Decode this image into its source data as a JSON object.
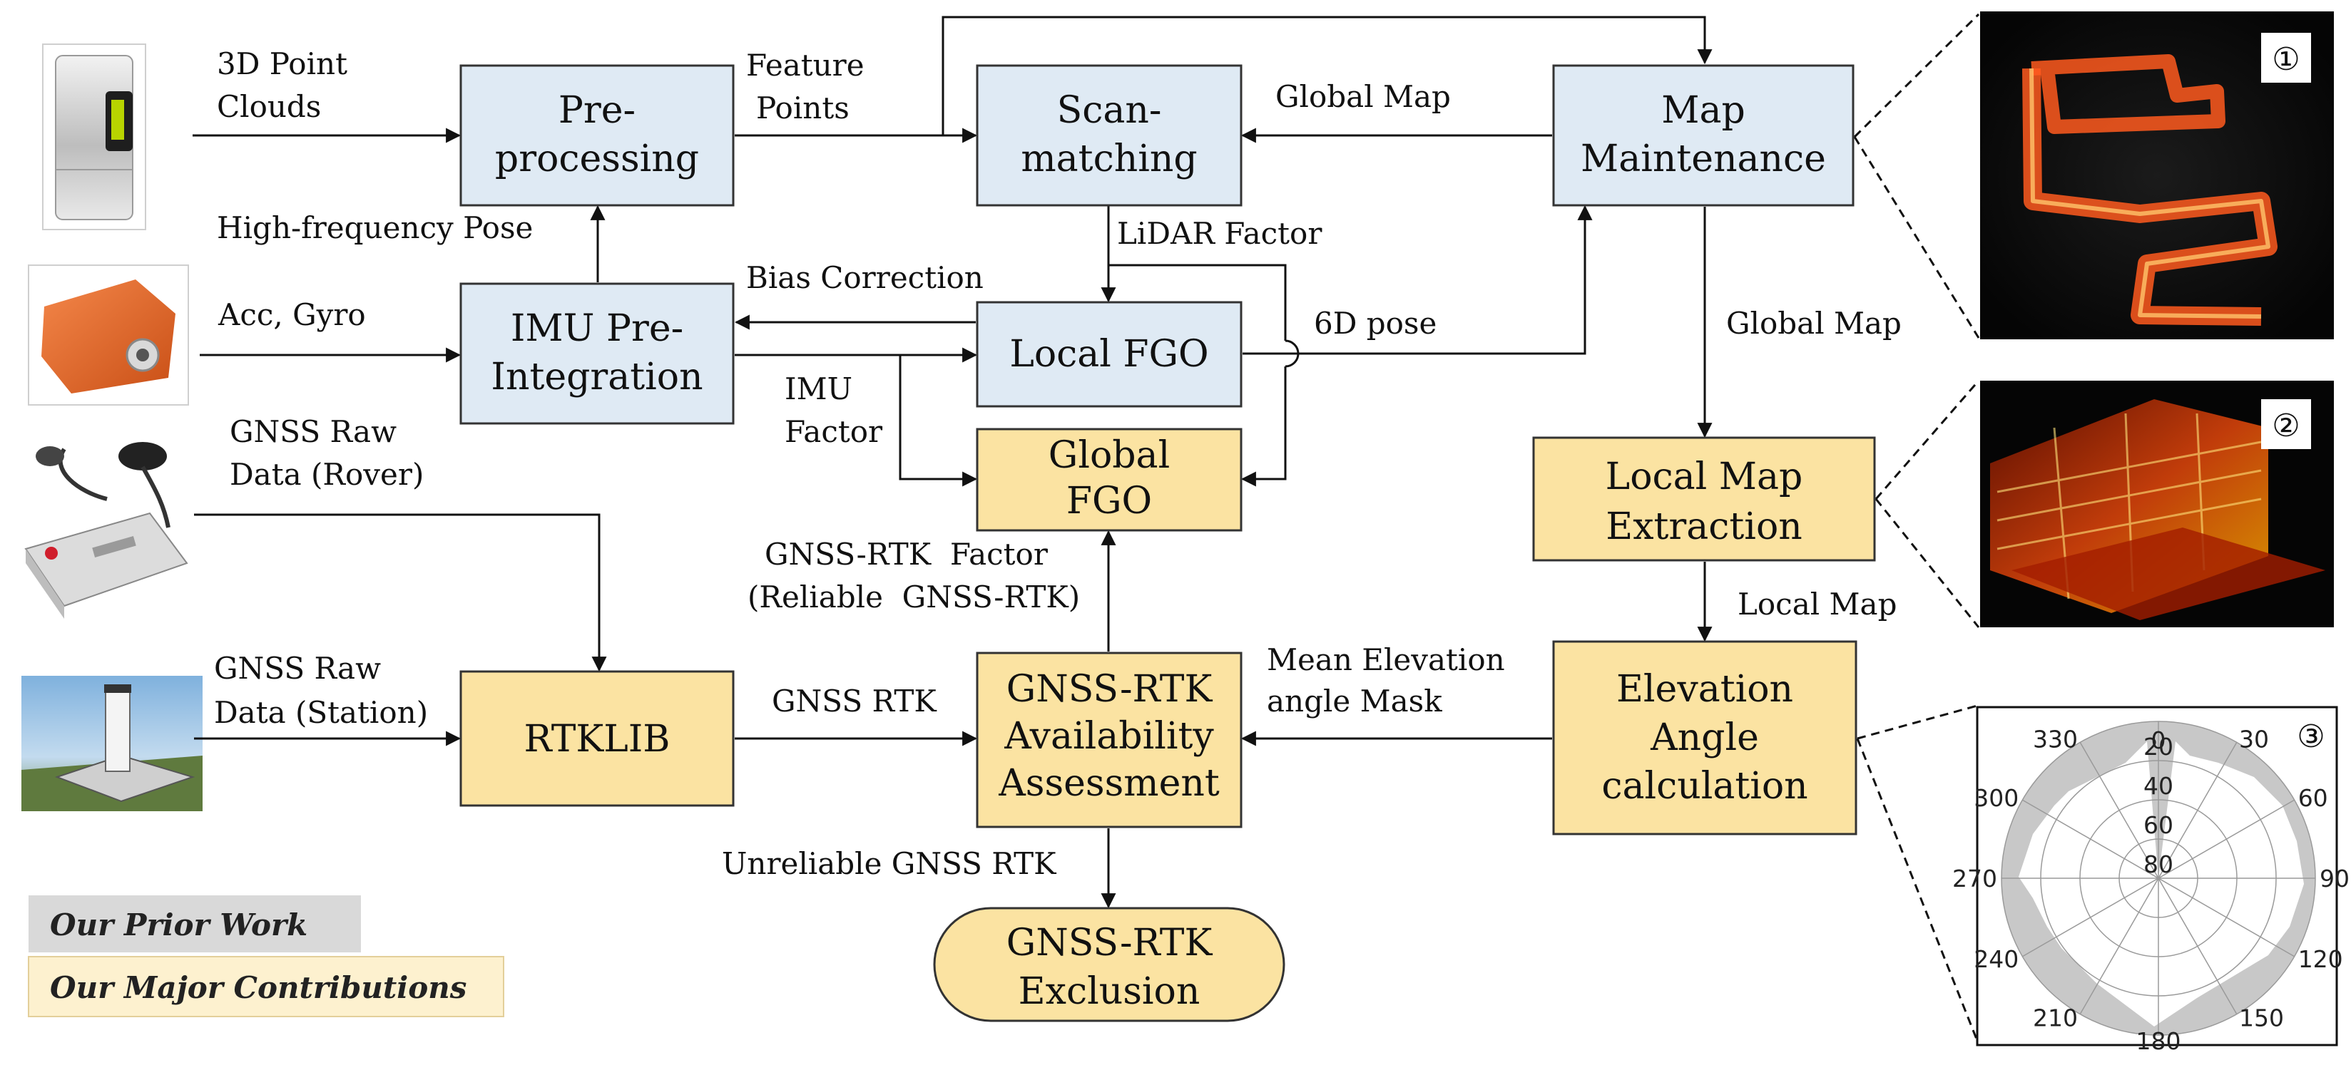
{
  "colors": {
    "prior_work": "#dfeaf4",
    "contribution": "#fbe3a2",
    "prior_legend": "#d9d9d9",
    "contribution_legend": "#fdf1cf"
  },
  "boxes": {
    "preprocessing": [
      "Pre-",
      "processing"
    ],
    "scan_matching": [
      "Scan-",
      "matching"
    ],
    "map_maintenance": [
      "Map",
      "Maintenance"
    ],
    "imu_preintegration": [
      "IMU Pre-",
      "Integration"
    ],
    "local_fgo": [
      "Local FGO"
    ],
    "global_fgo": [
      "Global",
      "FGO"
    ],
    "local_map_extraction": [
      "Local Map",
      "Extraction"
    ],
    "rtklib": [
      "RTKLIB"
    ],
    "availability": [
      "GNSS-RTK",
      "Availability",
      "Assessment"
    ],
    "elevation": [
      "Elevation",
      "Angle",
      "calculation"
    ],
    "exclusion": [
      "GNSS-RTK",
      "Exclusion"
    ]
  },
  "labels": {
    "point_clouds": [
      "3D Point",
      "Clouds"
    ],
    "feature_points": [
      "Feature",
      "Points"
    ],
    "global_map_top": "Global Map",
    "high_freq_pose": "High-frequency Pose",
    "lidar_factor": "LiDAR Factor",
    "bias_correction": "Bias Correction",
    "acc_gyro": "Acc, Gyro",
    "pose_6d": "6D pose",
    "global_map_right": "Global Map",
    "imu_factor": [
      "IMU",
      "Factor"
    ],
    "gnss_rover": [
      "GNSS Raw",
      "Data (Rover)"
    ],
    "rtk_factor": [
      "GNSS-RTK  Factor",
      "(Reliable  GNSS-RTK)"
    ],
    "local_map": "Local Map",
    "mean_elev": [
      "Mean Elevation",
      "angle Mask"
    ],
    "gnss_station": [
      "GNSS Raw",
      "Data (Station)"
    ],
    "gnss_rtk": "GNSS RTK",
    "unreliable": "Unreliable GNSS RTK"
  },
  "legend": {
    "prior": "Our Prior Work",
    "major": "Our Major Contributions"
  },
  "insets": {
    "map1": "①",
    "map2": "②",
    "polar3": "③"
  },
  "polar": {
    "azimuth_labels": [
      "0",
      "30",
      "60",
      "90",
      "120",
      "150",
      "180",
      "210",
      "240",
      "270",
      "300",
      "330"
    ],
    "elevation_labels": [
      "20",
      "40",
      "60",
      "80"
    ]
  }
}
